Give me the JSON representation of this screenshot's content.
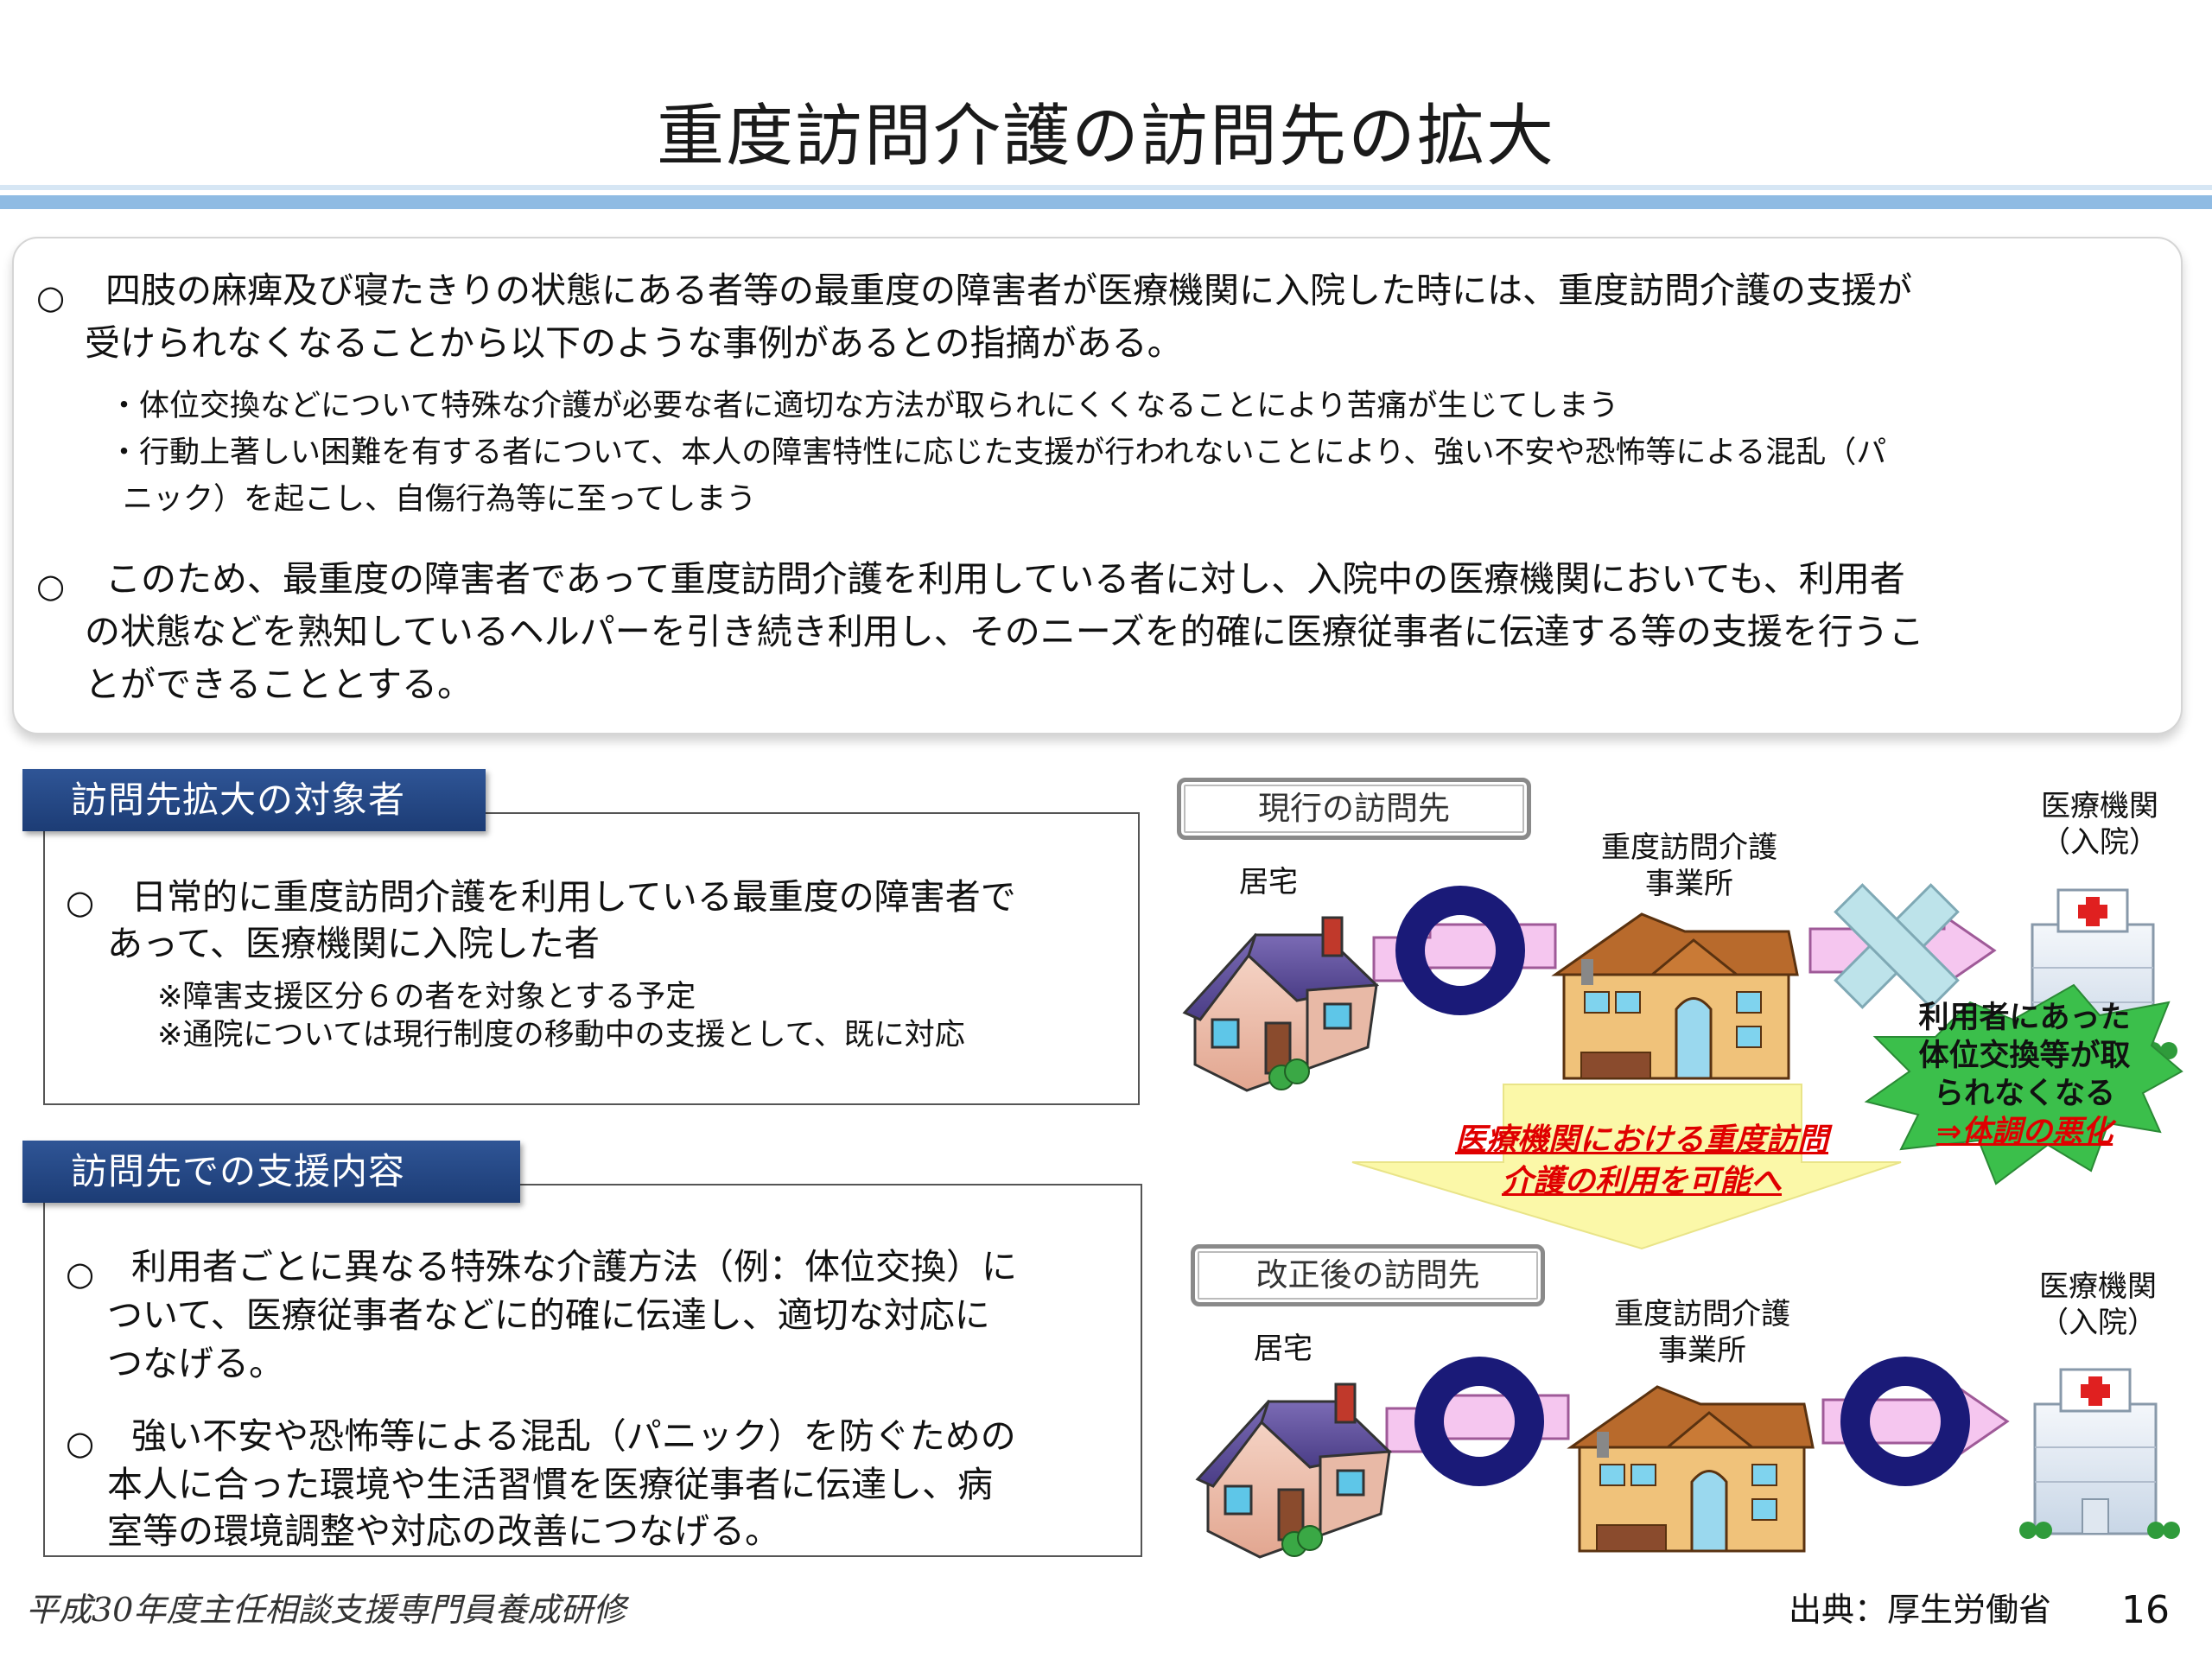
{
  "title": "重度訪問介護の訪問先の拡大",
  "summary": {
    "bullet": "○",
    "p1_line1": "四肢の麻痺及び寝たきりの状態にある者等の最重度の障害者が医療機関に入院した時には、重度訪問介護の支援が",
    "p1_line2": "受けられなくなることから以下のような事例があるとの指摘がある。",
    "sub1": "・体位交換などについて特殊な介護が必要な者に適切な方法が取られにくくなることにより苦痛が生じてしまう",
    "sub2_line1": "・行動上著しい困難を有する者について、本人の障害特性に応じた支援が行われないことにより、強い不安や恐怖等による混乱（パ",
    "sub2_line2": "ニック）を起こし、自傷行為等に至ってしまう",
    "p2_line1": "このため、最重度の障害者であって重度訪問介護を利用している者に対し、入院中の医療機関においても、利用者",
    "p2_line2": "の状態などを熟知しているヘルパーを引き続き利用し、そのニーズを的確に医療従事者に伝達する等の支援を行うこ",
    "p2_line3": "とができることとする。"
  },
  "target": {
    "header": "訪問先拡大の対象者",
    "line1": "日常的に重度訪問介護を利用している最重度の障害者で",
    "line2": "あって、医療機関に入院した者",
    "note1": "※障害支援区分６の者を対象とする予定",
    "note2": "※通院については現行制度の移動中の支援として、既に対応"
  },
  "support": {
    "header": "訪問先での支援内容",
    "a_line1": "利用者ごとに異なる特殊な介護方法（例：体位交換）に",
    "a_line2": "ついて、医療従事者などに的確に伝達し、適切な対応に",
    "a_line3": "つなげる。",
    "b_line1": "強い不安や恐怖等による混乱（パニック）を防ぐための",
    "b_line2": "本人に合った環境や生活習慣を医療従事者に伝達し、病",
    "b_line3": "室等の環境調整や対応の改善につなげる。"
  },
  "diagram": {
    "current_label": "現行の訪問先",
    "revised_label": "改正後の訪問先",
    "home": "居宅",
    "office_line1": "重度訪問介護",
    "office_line2": "事業所",
    "hospital_line1": "医療機関",
    "hospital_line2": "（入院）",
    "burst_line1": "利用者にあった",
    "burst_line2": "体位交換等が取",
    "burst_line3": "られなくなる",
    "burst_line4": "⇒体調の悪化",
    "arrow_line1": "医療機関における重度訪問",
    "arrow_line2": "介護の利用を可能へ"
  },
  "footer": {
    "left": "平成30年度主任相談支援専門員養成研修",
    "source": "出典：厚生労働省",
    "page": "16"
  },
  "colors": {
    "header_bg": "#1f417c",
    "rule": "#8fbbe3",
    "ring": "#1a1a78",
    "arrow_pink": "#f5c6ef",
    "burst_green": "#3bbf4b",
    "red_text": "#e00000",
    "yellow_arrow": "#fbf8a8"
  }
}
